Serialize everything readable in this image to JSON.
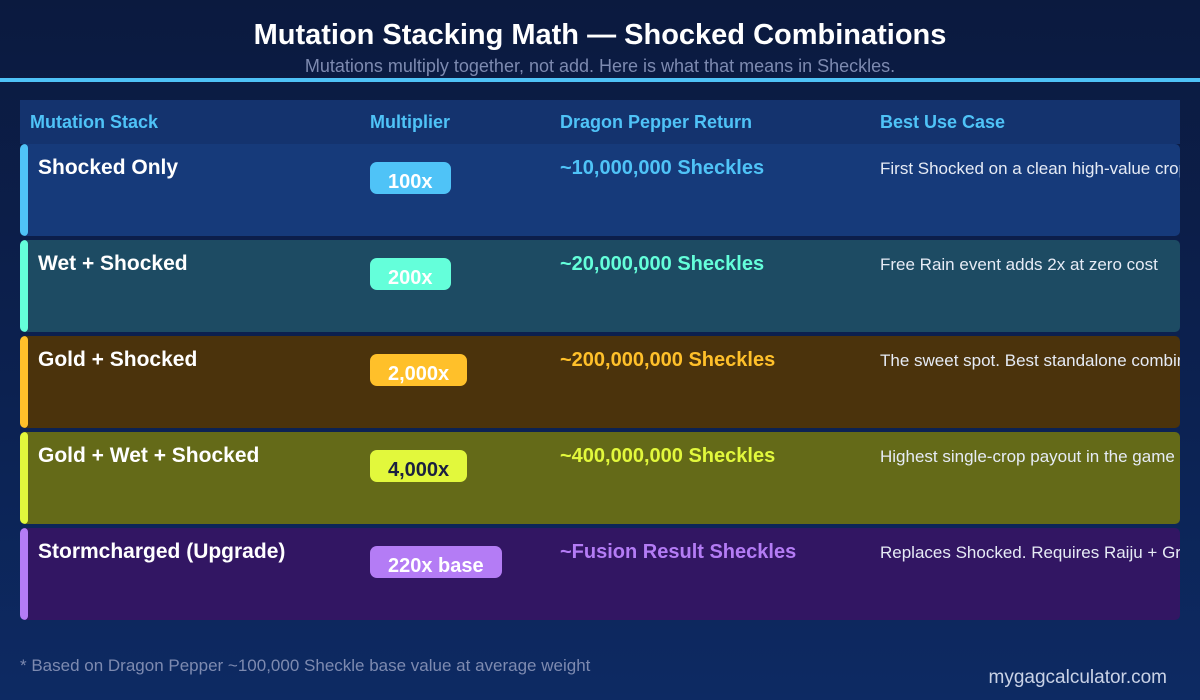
{
  "header": {
    "title": "Mutation Stacking Math — Shocked Combinations",
    "subtitle": "Mutations multiply together, not add. Here is what that means in Sheckles."
  },
  "table": {
    "columns": [
      "Mutation Stack",
      "Multiplier",
      "Dragon Pepper Return",
      "Best Use Case"
    ],
    "rows": [
      {
        "stack": "Shocked Only",
        "multiplier": "100x",
        "return": "~10,000,000 Sheckles",
        "use_case": "First Shocked on a clean high-value crop",
        "accent": "#4fc3f7",
        "row_bg": "#163a7a",
        "pill_text_color": "#ffffff"
      },
      {
        "stack": "Wet + Shocked",
        "multiplier": "200x",
        "return": "~20,000,000 Sheckles",
        "use_case": "Free Rain event adds 2x at zero cost",
        "accent": "#64ffda",
        "row_bg": "#1d4b63",
        "pill_text_color": "#ffffff"
      },
      {
        "stack": "Gold + Shocked",
        "multiplier": "2,000x",
        "return": "~200,000,000 Sheckles",
        "use_case": "The sweet spot. Best standalone combination",
        "accent": "#ffc02a",
        "row_bg": "#4b330c",
        "pill_text_color": "#ffffff"
      },
      {
        "stack": "Gold + Wet + Shocked",
        "multiplier": "4,000x",
        "return": "~400,000,000 Sheckles",
        "use_case": "Highest single-crop payout in the game",
        "accent": "#e2f83c",
        "row_bg": "#646a18",
        "pill_text_color": "#1a2040"
      },
      {
        "stack": "Stormcharged (Upgrade)",
        "multiplier": "220x base",
        "return": "~Fusion Result Sheckles",
        "use_case": "Replaces Shocked. Requires Raiju + Gr",
        "accent": "#b47cf5",
        "row_bg": "#321663",
        "pill_text_color": "#ffffff"
      }
    ]
  },
  "footer": {
    "note": "* Based on Dragon Pepper ~100,000 Sheckle base value at average weight",
    "brand": "mygagcalculator.com"
  }
}
